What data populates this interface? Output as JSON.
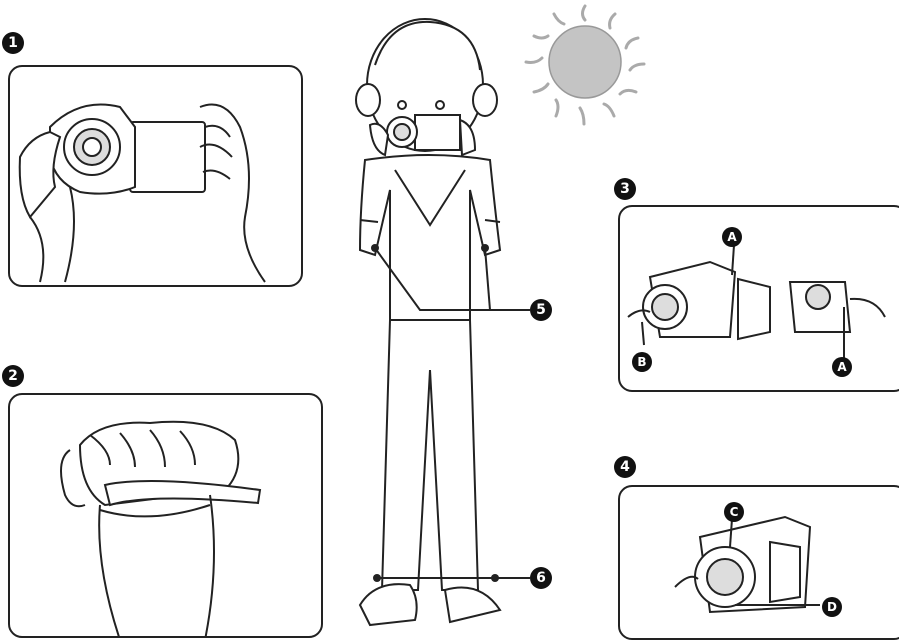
{
  "panels": {
    "p1": {
      "number": "1"
    },
    "p2": {
      "number": "2"
    },
    "p3": {
      "number": "3",
      "callouts": [
        "A",
        "B",
        "A"
      ]
    },
    "p4": {
      "number": "4",
      "callouts": [
        "C",
        "D"
      ]
    }
  },
  "figure": {
    "arm_callout": "5",
    "feet_callout": "6"
  },
  "colors": {
    "line": "#222222",
    "sun": "#c4c4c4",
    "badge_bg": "#111111"
  }
}
